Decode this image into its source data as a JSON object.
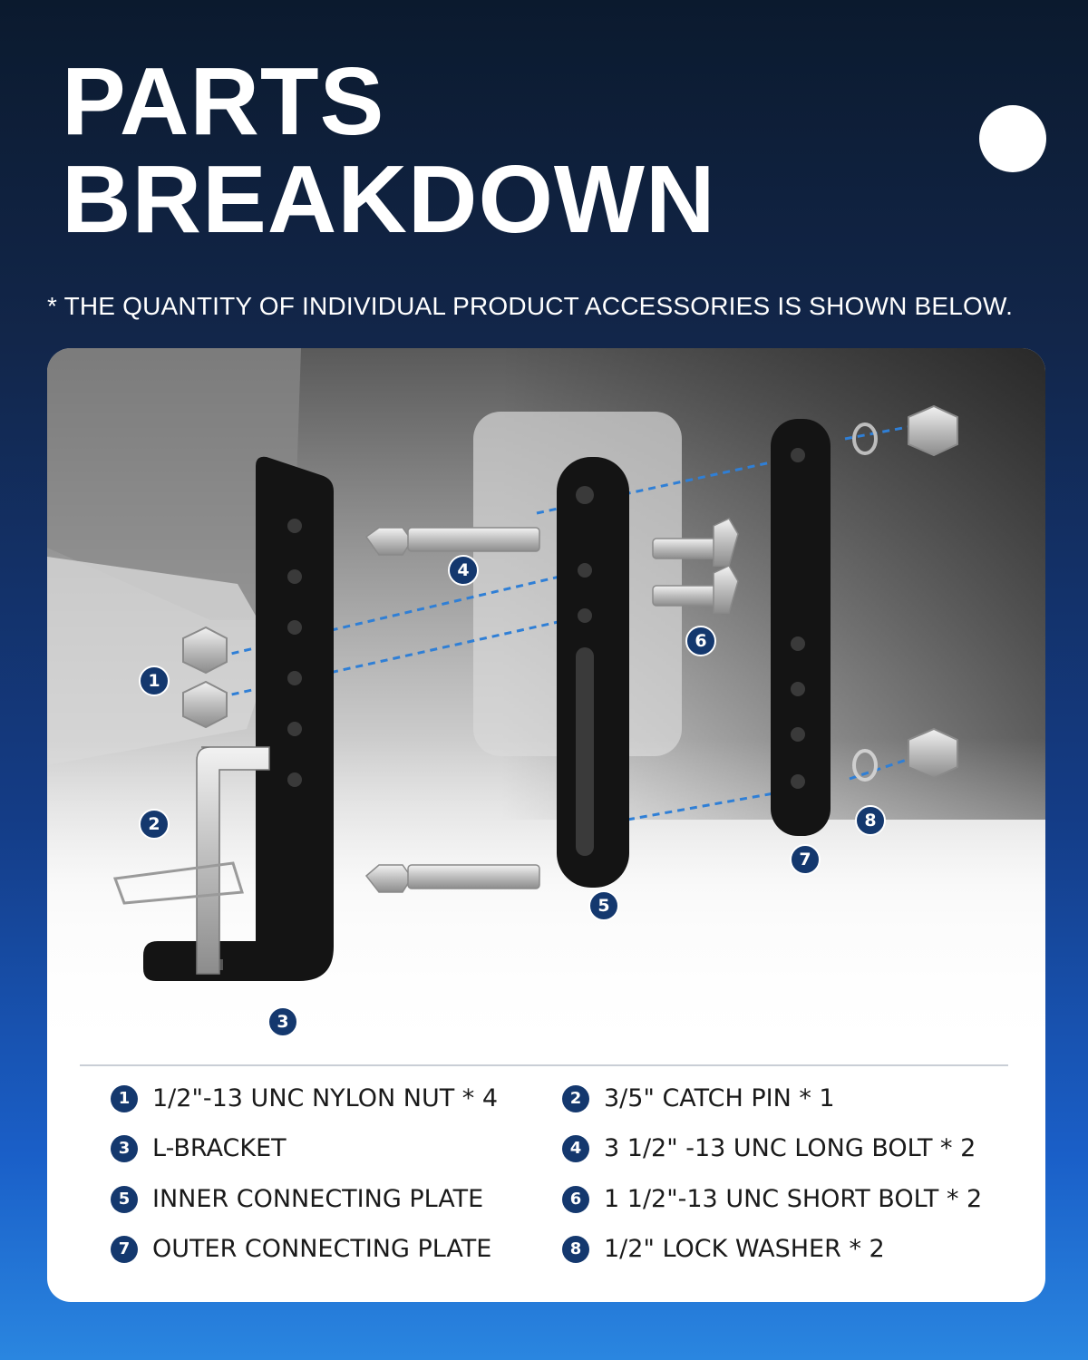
{
  "header": {
    "title_line1": "PARTS",
    "title_line2": "BREAKDOWN",
    "subtitle": "* THE QUANTITY OF INDIVIDUAL PRODUCT ACCESSORIES IS SHOWN BELOW."
  },
  "callouts": [
    "1",
    "2",
    "3",
    "4",
    "5",
    "6",
    "7",
    "8"
  ],
  "parts": [
    {
      "num": "1",
      "label": "1/2\"-13 UNC NYLON NUT * 4"
    },
    {
      "num": "2",
      "label": "3/5\" CATCH PIN * 1"
    },
    {
      "num": "3",
      "label": "L-BRACKET"
    },
    {
      "num": "4",
      "label": "3 1/2\" -13 UNC LONG BOLT * 2"
    },
    {
      "num": "5",
      "label": "INNER CONNECTING PLATE"
    },
    {
      "num": "6",
      "label": "1 1/2\"-13 UNC SHORT BOLT * 2"
    },
    {
      "num": "7",
      "label": "OUTER CONNECTING PLATE"
    },
    {
      "num": "8",
      "label": "1/2\" LOCK WASHER * 2"
    }
  ],
  "colors": {
    "callout_bg": "#14386e",
    "dash_line": "#2f7fd6",
    "plate": "#111111"
  }
}
